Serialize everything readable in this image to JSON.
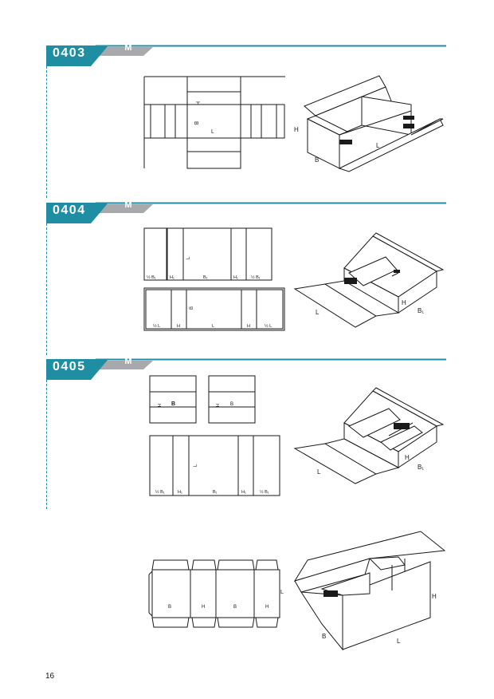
{
  "sections": [
    {
      "code": "0403",
      "grade": "M",
      "flat_labels": {
        "h": "H",
        "b": "B",
        "l": "L"
      },
      "box_labels": {
        "h": "H",
        "b": "B",
        "l": "L"
      }
    },
    {
      "code": "0404",
      "grade": "M",
      "flat_top_labels": [
        "½ B₁",
        "H₁",
        "B₁",
        "H₁",
        "½ B₁"
      ],
      "flat_top_center": "L",
      "flat_bottom_labels": [
        "½ L",
        "H",
        "L",
        "H",
        "½ L"
      ],
      "flat_bottom_center": "B",
      "box_labels": {
        "h": "H",
        "b": "B₁",
        "l": "L"
      }
    },
    {
      "code": "0405",
      "grade": "M",
      "insert_left": {
        "h": "H",
        "b": "B"
      },
      "insert_right": {
        "h": "H",
        "b": "B"
      },
      "flat_bottom_labels": [
        "½ B₁",
        "H₁",
        "B₁",
        "H₁",
        "½ B₁"
      ],
      "flat_bottom_center": "L",
      "box_labels": {
        "h": "H",
        "b": "B₁",
        "l": "L"
      }
    }
  ],
  "extra": {
    "flat_labels": [
      "B",
      "H",
      "B",
      "H"
    ],
    "flat_side": "L",
    "box_labels": {
      "h": "H",
      "b": "B",
      "l": "L"
    }
  },
  "colors": {
    "accent": "#1f8ea3",
    "grey_tab": "#a7a9ac"
  },
  "page_number": "16"
}
